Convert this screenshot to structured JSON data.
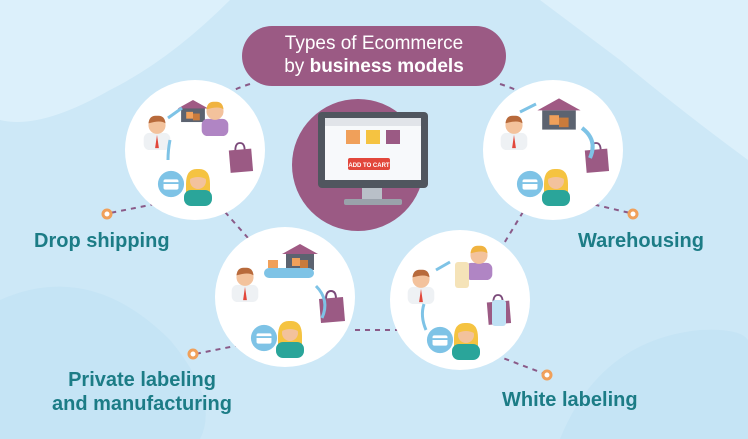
{
  "title": {
    "line1": "Types of Ecommerce",
    "line2_prefix": "by ",
    "line2_bold": "business models"
  },
  "center_monitor": {
    "button_label": "ADD TO CART"
  },
  "models": [
    {
      "id": "drop-shipping",
      "label": "Drop shipping"
    },
    {
      "id": "warehousing",
      "label": "Warehousing"
    },
    {
      "id": "private-labeling",
      "label_line1": "Private labeling",
      "label_line2": "and manufacturing"
    },
    {
      "id": "white-labeling",
      "label": "White labeling"
    }
  ],
  "colors": {
    "background": "#cde8f7",
    "title_pill": "#9b5a84",
    "label_text": "#1c7c86",
    "accent_orange": "#f0a05a",
    "connector_purple": "#8a5a88",
    "arrow_blue": "#7ec3e6"
  }
}
